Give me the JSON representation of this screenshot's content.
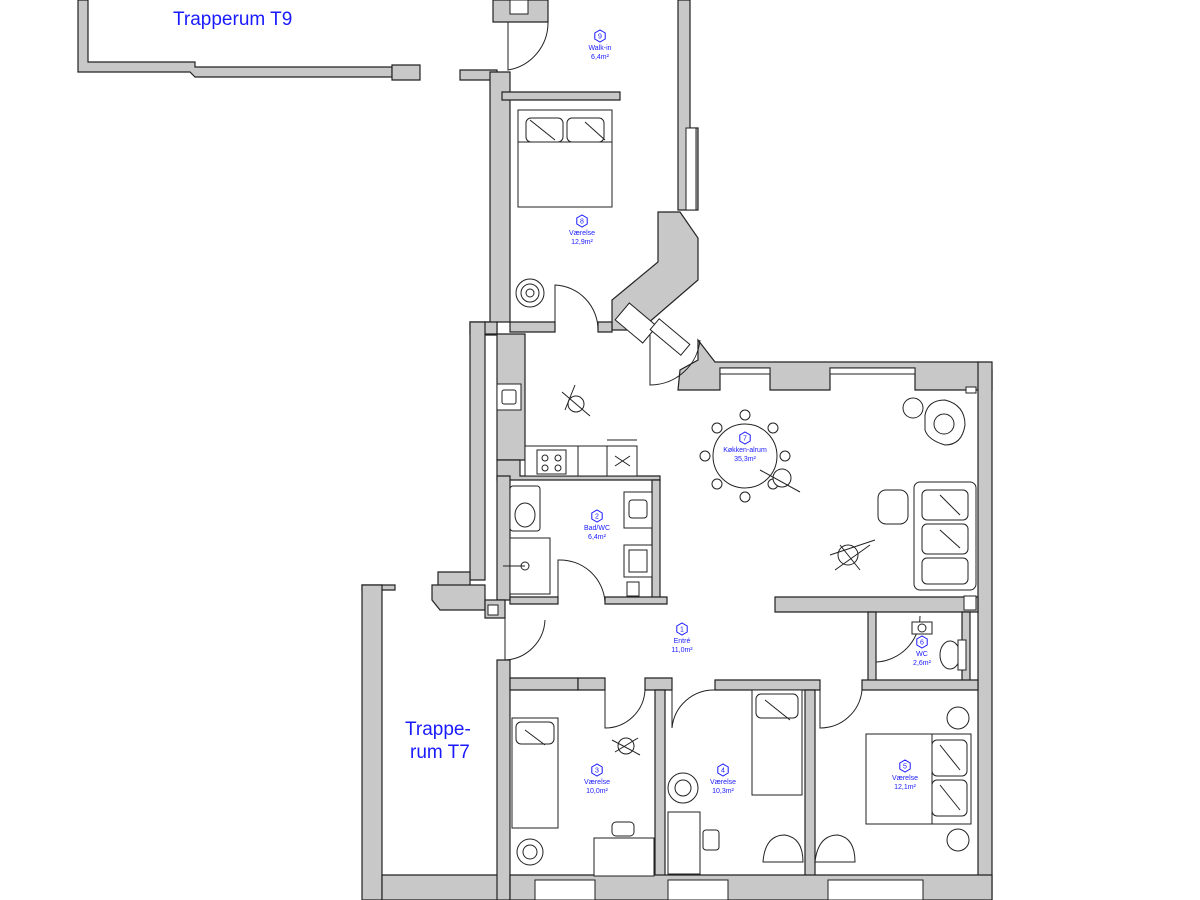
{
  "stairwells": {
    "t9": {
      "label": "Trapperum T9"
    },
    "t7": {
      "line1": "Trappe-",
      "line2": "rum T7"
    }
  },
  "rooms": [
    {
      "number": "1",
      "name": "Entré",
      "area": "11,0m²"
    },
    {
      "number": "2",
      "name": "Bad/WC",
      "area": "6,4m²"
    },
    {
      "number": "3",
      "name": "Værelse",
      "area": "10,0m²"
    },
    {
      "number": "4",
      "name": "Værelse",
      "area": "10,3m²"
    },
    {
      "number": "5",
      "name": "Værelse",
      "area": "12,1m²"
    },
    {
      "number": "6",
      "name": "WC",
      "area": "2,6m²"
    },
    {
      "number": "7",
      "name": "Køkken-alrum",
      "area": "35,3m²"
    },
    {
      "number": "8",
      "name": "Værelse",
      "area": "12,9m²"
    },
    {
      "number": "9",
      "name": "Walk-in",
      "area": "6,4m²"
    }
  ]
}
